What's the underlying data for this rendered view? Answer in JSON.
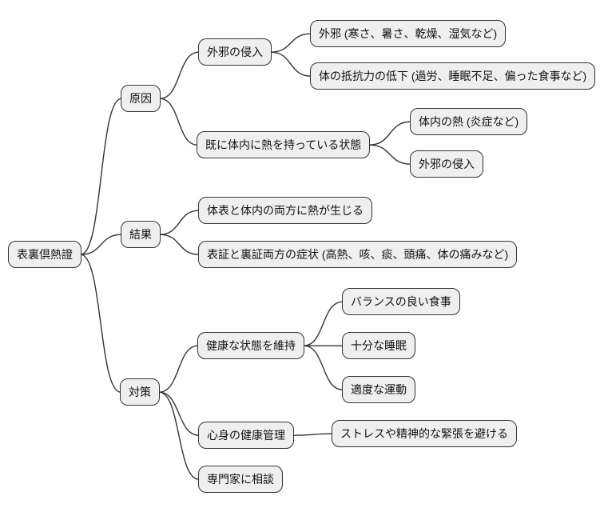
{
  "diagram": {
    "type": "mindmap",
    "background_color": "#ffffff",
    "node_fill_color": "#efefef",
    "node_border_color": "#333333",
    "line_color": "#333333",
    "nodes": {
      "root": {
        "label": "表裏倶熱證"
      },
      "cause": {
        "label": "原因"
      },
      "result": {
        "label": "結果"
      },
      "measures": {
        "label": "対策"
      },
      "invasion": {
        "label": "外邪の侵入"
      },
      "preexisting": {
        "label": "既に体内に熱を持っている状態"
      },
      "pathogens": {
        "label": "外邪 (寒さ、暑さ、乾燥、湿気など)"
      },
      "resistance": {
        "label": "体の抵抗力の低下 (過労、睡眠不足、偏った食事など)"
      },
      "internal_heat": {
        "label": "体内の熱 (炎症など)"
      },
      "invasion2": {
        "label": "外邪の侵入"
      },
      "both_heat": {
        "label": "体表と体内の両方に熱が生じる"
      },
      "symptoms": {
        "label": "表証と裏証両方の症状 (高熱、咳、痰、頭痛、体の痛みなど)"
      },
      "maintain": {
        "label": "健康な状態を維持"
      },
      "diet": {
        "label": "バランスの良い食事"
      },
      "sleep": {
        "label": "十分な睡眠"
      },
      "exercise": {
        "label": "適度な運動"
      },
      "mindbody": {
        "label": "心身の健康管理"
      },
      "stress": {
        "label": "ストレスや精神的な緊張を避ける"
      },
      "consult": {
        "label": "専門家に相談"
      }
    },
    "edges": [
      [
        "root",
        "cause"
      ],
      [
        "root",
        "result"
      ],
      [
        "root",
        "measures"
      ],
      [
        "cause",
        "invasion"
      ],
      [
        "cause",
        "preexisting"
      ],
      [
        "invasion",
        "pathogens"
      ],
      [
        "invasion",
        "resistance"
      ],
      [
        "preexisting",
        "internal_heat"
      ],
      [
        "preexisting",
        "invasion2"
      ],
      [
        "result",
        "both_heat"
      ],
      [
        "result",
        "symptoms"
      ],
      [
        "measures",
        "maintain"
      ],
      [
        "measures",
        "mindbody"
      ],
      [
        "measures",
        "consult"
      ],
      [
        "maintain",
        "diet"
      ],
      [
        "maintain",
        "sleep"
      ],
      [
        "maintain",
        "exercise"
      ],
      [
        "mindbody",
        "stress"
      ]
    ]
  }
}
